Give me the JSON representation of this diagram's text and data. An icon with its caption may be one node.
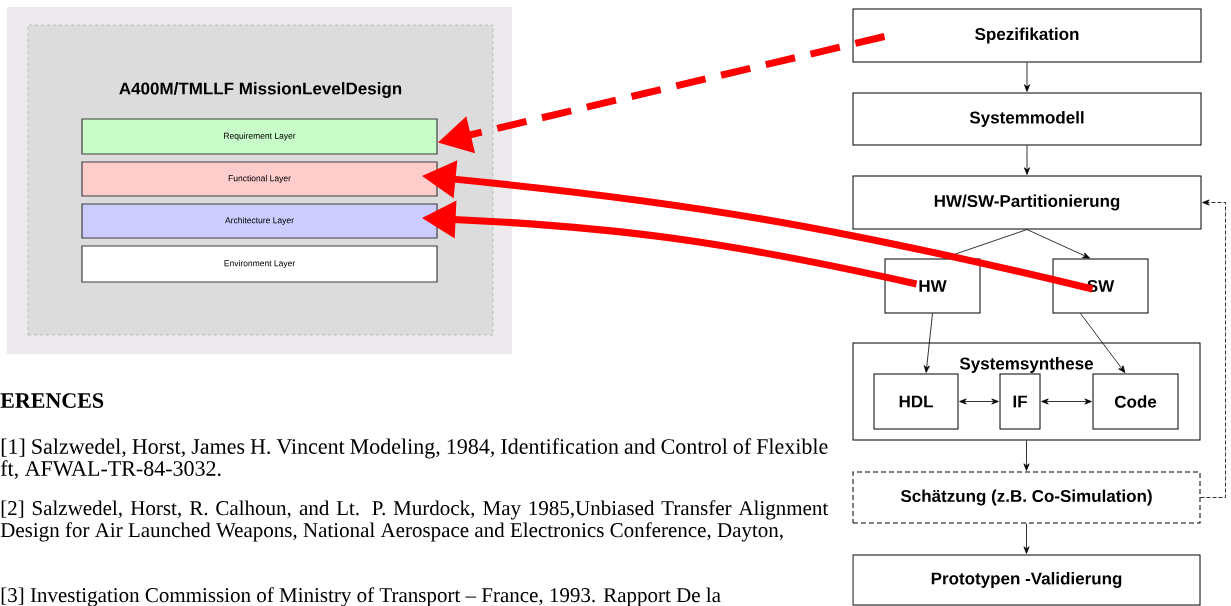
{
  "diagram": {
    "nodes": [
      {
        "text": [
          "A400M/TMLLF MissionLevelDesign"
        ]
      },
      {
        "text": [
          "Requirement Layer"
        ],
        "in": 0
      },
      {
        "text": [
          "Functional Layer"
        ],
        "in": 0
      },
      {
        "text": [
          "Architecture Layer"
        ],
        "in": 0
      },
      {
        "text": [
          "Environment Layer"
        ],
        "in": 0
      },
      {
        "text": [
          "Spezifikation"
        ]
      },
      {
        "text": [
          "Systemmodell"
        ]
      },
      {
        "text": [
          "HW/SW-Partitionierung"
        ]
      },
      {
        "text": [
          "HW"
        ]
      },
      {
        "text": [
          "SW"
        ]
      },
      {
        "text": [
          "Systemsynthese"
        ]
      },
      {
        "text": [
          "HDL"
        ],
        "in": 10
      },
      {
        "text": [
          "IF"
        ],
        "in": 10
      },
      {
        "text": [
          "Code"
        ],
        "in": 10
      },
      {
        "text": [
          "Schätzung (z.B. Co-Simulation)"
        ]
      },
      {
        "text": [
          "Prototypen -Validierung"
        ]
      }
    ],
    "edges": [
      {
        "from": 5,
        "to": 6,
        "arrow": "to"
      },
      {
        "from": 6,
        "to": 7,
        "arrow": "to"
      },
      {
        "from": 7,
        "to": 8,
        "arrow": "to"
      },
      {
        "from": 7,
        "to": 9,
        "arrow": "to"
      },
      {
        "from": 8,
        "to": 11,
        "arrow": "to"
      },
      {
        "from": 9,
        "to": 13,
        "arrow": "to"
      },
      {
        "from": 11,
        "to": 12,
        "arrow": "both"
      },
      {
        "from": 12,
        "to": 13,
        "arrow": "both"
      },
      {
        "from": 10,
        "to": 14,
        "arrow": "to"
      },
      {
        "from": 14,
        "to": 15,
        "arrow": "to"
      },
      {
        "from": 14,
        "to": 7,
        "arrow": "to",
        "style": "dashed"
      },
      {
        "from": 5,
        "to": 1,
        "arrow": "to",
        "style": "dashed",
        "color": "#ff0000"
      },
      {
        "from": 9,
        "to": 2,
        "arrow": "to",
        "style": "thick",
        "color": "#ff0000"
      },
      {
        "from": 8,
        "to": 3,
        "arrow": "to",
        "style": "thick",
        "color": "#ff0000"
      }
    ],
    "labels": [
      "ERENCES",
      "[1] Salzwedel, Horst, James H. Vincent Modeling, 1984, Identification and Control of Flexible ft, AFWAL-TR-84-3032.",
      "[2] Salzwedel, Horst, R. Calhoun, and Lt. P. Murdock, May 1985,Unbiased Transfer Alignment Design for Air Launched Weapons, National Aerospace and Electronics Conference, Dayton,",
      "[3] Investigation Commission of Ministry of Transport – France, 1993. Rapport De la"
    ]
  }
}
